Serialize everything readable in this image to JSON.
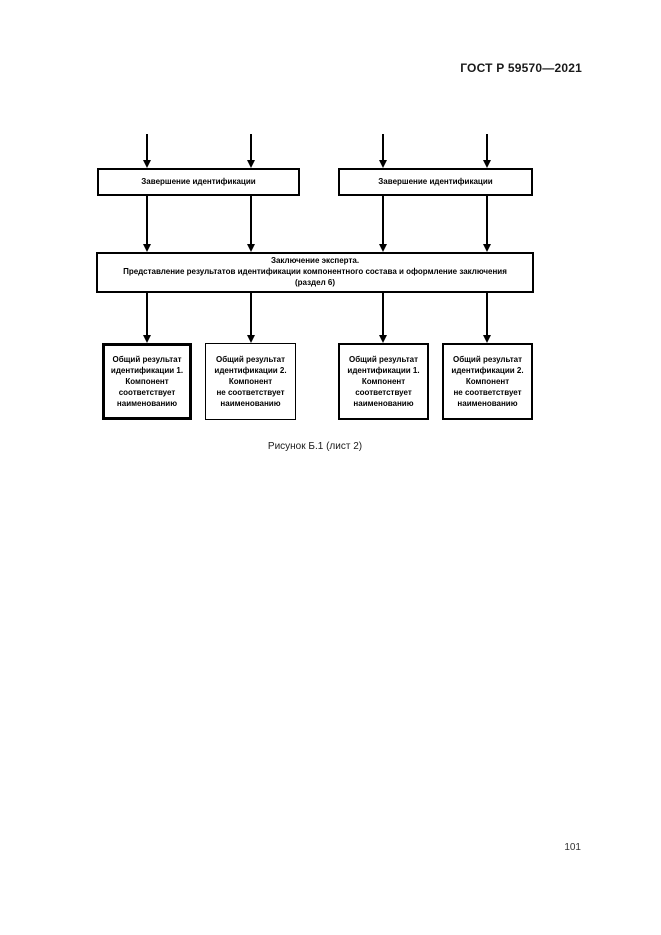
{
  "header": {
    "title": "ГОСТ Р 59570—2021"
  },
  "flowchart": {
    "top_left_box": "Завершение идентификации",
    "top_right_box": "Завершение идентификации",
    "expert_box": "Заключение эксперта.\nПредставление результатов идентификации компонентного состава и оформление заключения\n(раздел 6)",
    "result_boxes": {
      "r1": "Общий результат\nидентификации 1.\nКомпонент\nсоответствует\nнаименованию",
      "r2": "Общий результат\nидентификации 2.\nКомпонент\nне соответствует\nнаименованию",
      "r3": "Общий результат\nидентификации 1.\nКомпонент\nсоответствует\nнаименованию",
      "r4": "Общий результат\nидентификации 2.\nКомпонент\nне соответствует\nнаименованию"
    }
  },
  "figure": {
    "caption": "Рисунок Б.1 (лист 2)"
  },
  "footer": {
    "page_number": "101"
  },
  "colors": {
    "ink": "#000000",
    "paper": "#ffffff"
  }
}
